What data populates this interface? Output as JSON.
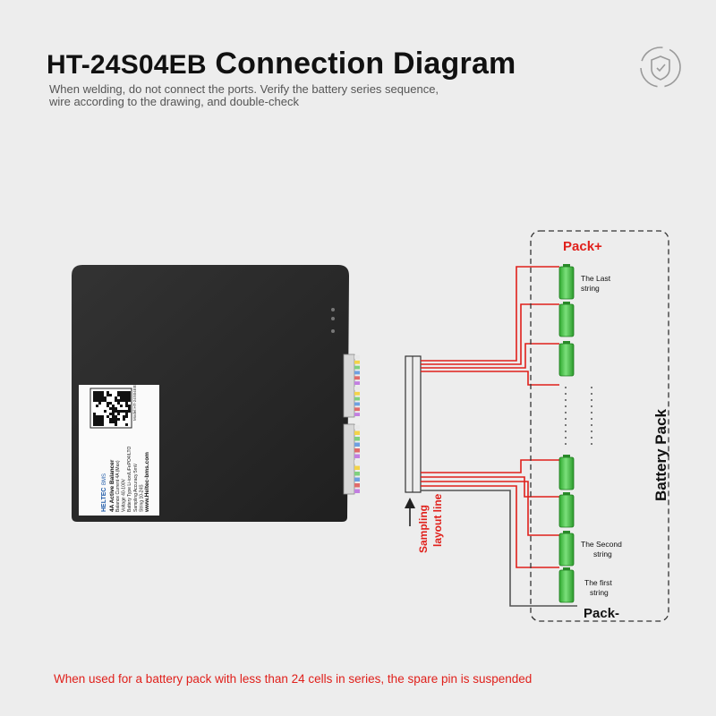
{
  "header": {
    "model": "HT-24S04EB",
    "title": "Connection Diagram",
    "subtitle_line1": "When welding, do not connect the ports. Verify the battery series sequence,",
    "subtitle_line2": "wire according to the drawing, and double-check",
    "shield_icon": "shield-icon"
  },
  "device": {
    "label_brand": "HELTEC",
    "label_brand_sub": "BMS",
    "label_product": "4A Active Balancer",
    "label_lines": [
      "Balance Current 4A (Max)",
      "Voltage 40-100V",
      "Battery Type Li-ion/LiFePO4/LTO",
      "Sampling Accuracy 5mV",
      "String 10-24S"
    ],
    "label_url": "www.Heltec-bms.com",
    "label_model": "Model:HT-24S04EB"
  },
  "diagram": {
    "pack_plus": "Pack+",
    "pack_minus": "Pack-",
    "battery_pack": "Battery Pack",
    "sampling_1": "Sampling",
    "sampling_2": "layout line",
    "last_1": "The Last",
    "last_2": "string",
    "second_1": "The Second",
    "second_2": "string",
    "first_1": "The first",
    "first_2": "string"
  },
  "footnote": "When used for a battery pack with less than 24 cells in series, the spare pin is suspended",
  "colors": {
    "wire_red": "#e0201b",
    "cell_green": "#3cc43c",
    "device_body": "#2a2a2a",
    "title_text": "#111111"
  }
}
